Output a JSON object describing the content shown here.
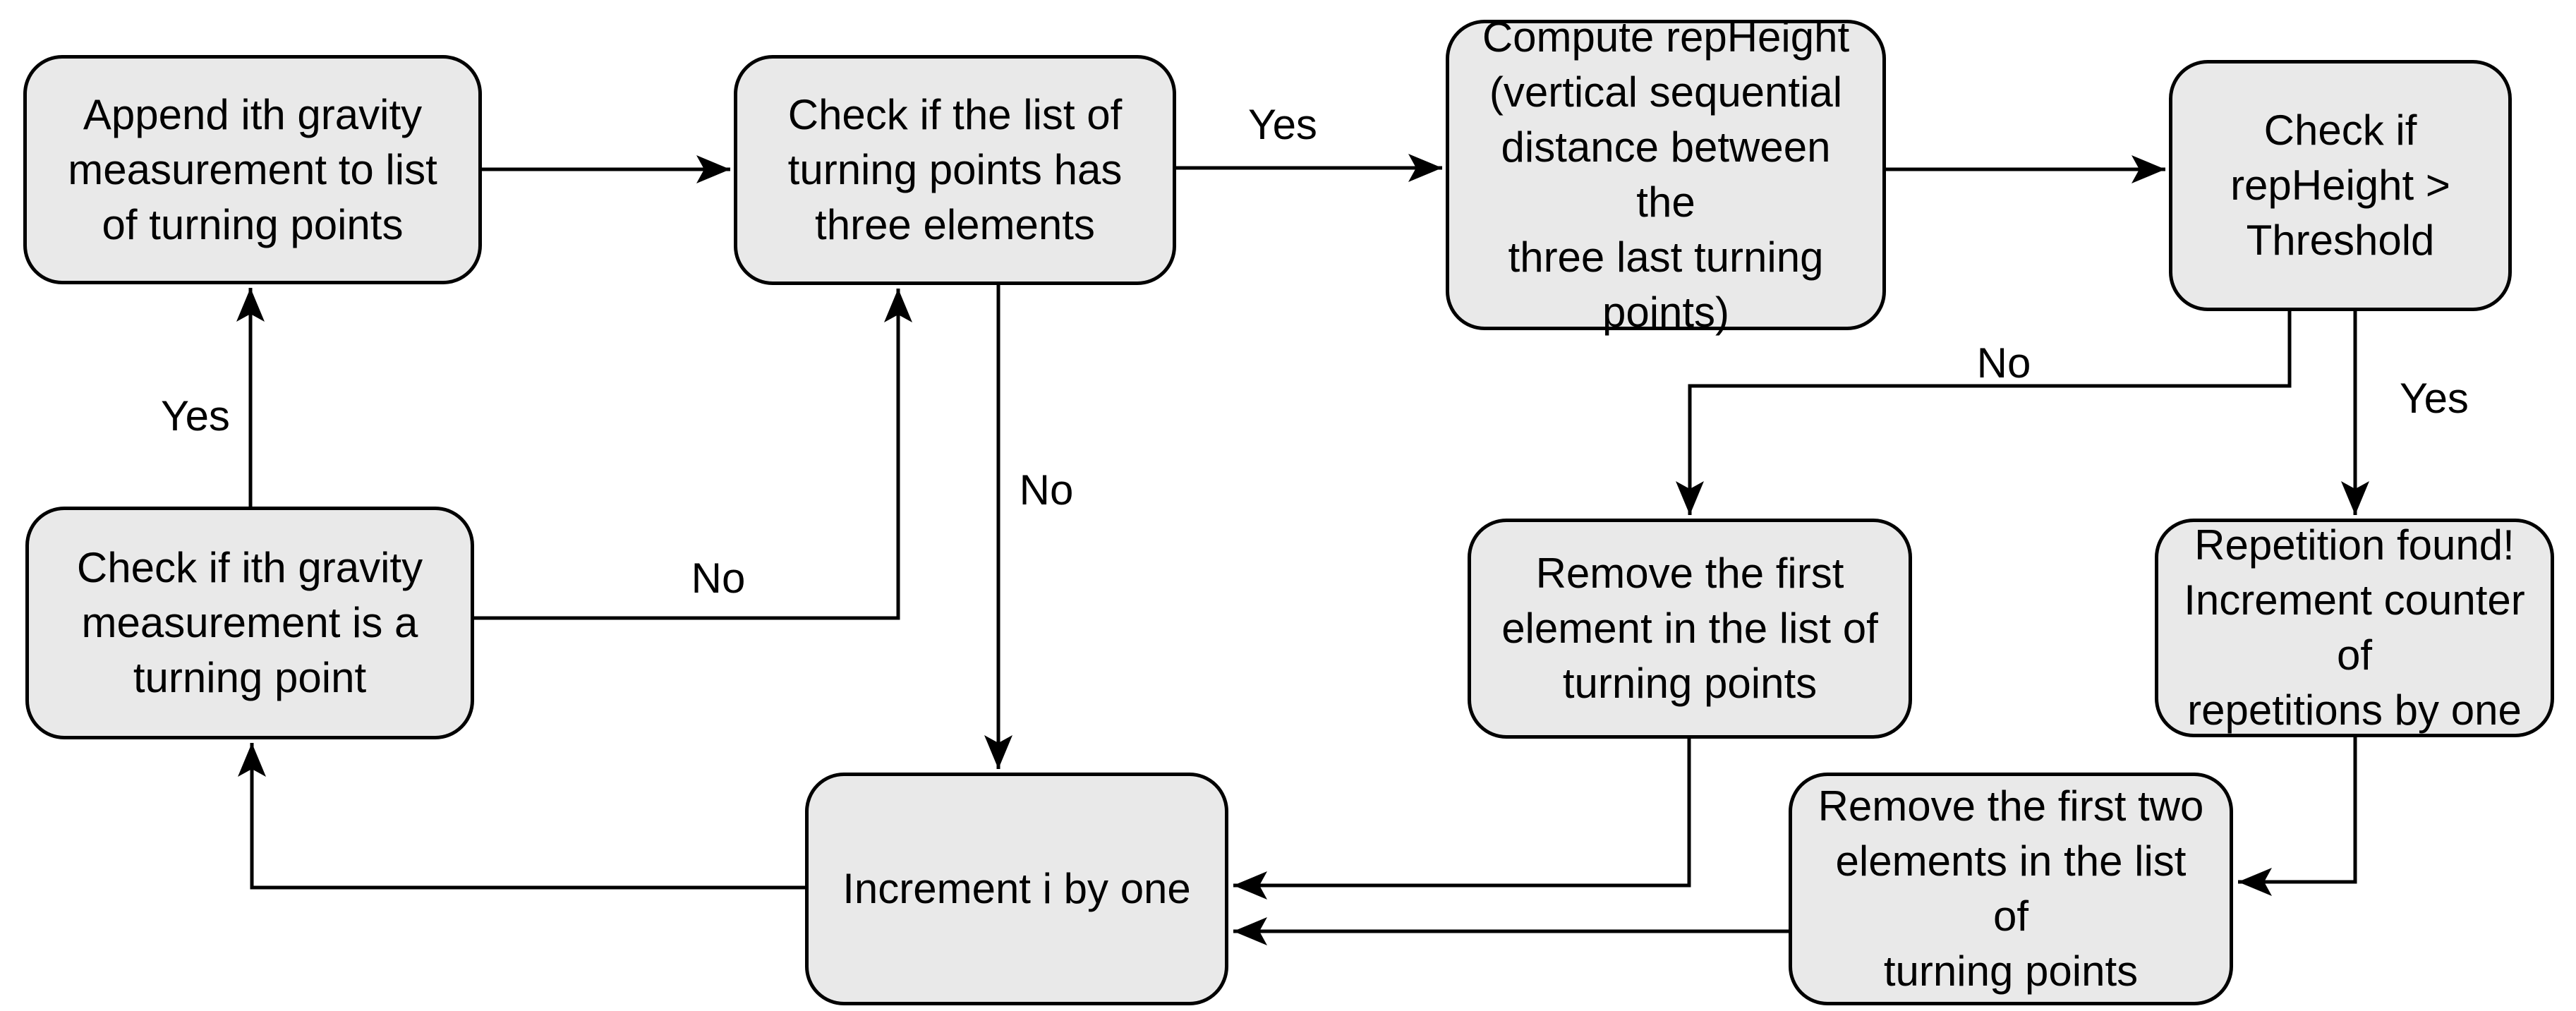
{
  "diagram": {
    "type": "flowchart",
    "colors": {
      "background": "#ffffff",
      "node_fill": "#e9e9e9",
      "node_border": "#000000",
      "connector": "#000000",
      "text": "#000000"
    },
    "nodes": [
      {
        "id": "append-measurement",
        "label": "Append ith gravity\nmeasurement to list\nof turning points"
      },
      {
        "id": "check-three-elements",
        "label": "Check if the list of\nturning points has\nthree elements"
      },
      {
        "id": "compute-repheight",
        "label": "Compute repHeight\n(vertical sequential\ndistance between the\nthree last turning\npoints)"
      },
      {
        "id": "check-threshold",
        "label": "Check if\nrepHeight >\nThreshold"
      },
      {
        "id": "check-turning-point",
        "label": "Check if ith gravity\nmeasurement is a\nturning point"
      },
      {
        "id": "increment-i",
        "label": "Increment i by one"
      },
      {
        "id": "remove-first-element",
        "label": "Remove the first\nelement in the list of\nturning points"
      },
      {
        "id": "repetition-found",
        "label": "Repetition found!\nIncrement counter of\nrepetitions by one"
      },
      {
        "id": "remove-first-two",
        "label": "Remove the first two\nelements in the list of\nturning points"
      }
    ],
    "edge_labels": [
      {
        "id": "yes-to-compute",
        "text": "Yes"
      },
      {
        "id": "no-to-remove-first",
        "text": "No"
      },
      {
        "id": "yes-to-repetition",
        "text": "Yes"
      },
      {
        "id": "yes-to-append",
        "text": "Yes"
      },
      {
        "id": "no-to-check-three",
        "text": "No"
      },
      {
        "id": "no-to-increment",
        "text": "No"
      }
    ],
    "edges": [
      {
        "from": "append-measurement",
        "to": "check-three-elements",
        "label": ""
      },
      {
        "from": "check-three-elements",
        "to": "compute-repheight",
        "label": "Yes"
      },
      {
        "from": "compute-repheight",
        "to": "check-threshold",
        "label": ""
      },
      {
        "from": "check-threshold",
        "to": "remove-first-element",
        "label": "No"
      },
      {
        "from": "check-threshold",
        "to": "repetition-found",
        "label": "Yes"
      },
      {
        "from": "check-turning-point",
        "to": "append-measurement",
        "label": "Yes"
      },
      {
        "from": "check-turning-point",
        "to": "check-three-elements",
        "label": "No"
      },
      {
        "from": "check-three-elements",
        "to": "increment-i",
        "label": "No"
      },
      {
        "from": "remove-first-element",
        "to": "increment-i",
        "label": ""
      },
      {
        "from": "repetition-found",
        "to": "remove-first-two",
        "label": ""
      },
      {
        "from": "remove-first-two",
        "to": "increment-i",
        "label": ""
      },
      {
        "from": "increment-i",
        "to": "check-turning-point",
        "label": ""
      }
    ]
  }
}
